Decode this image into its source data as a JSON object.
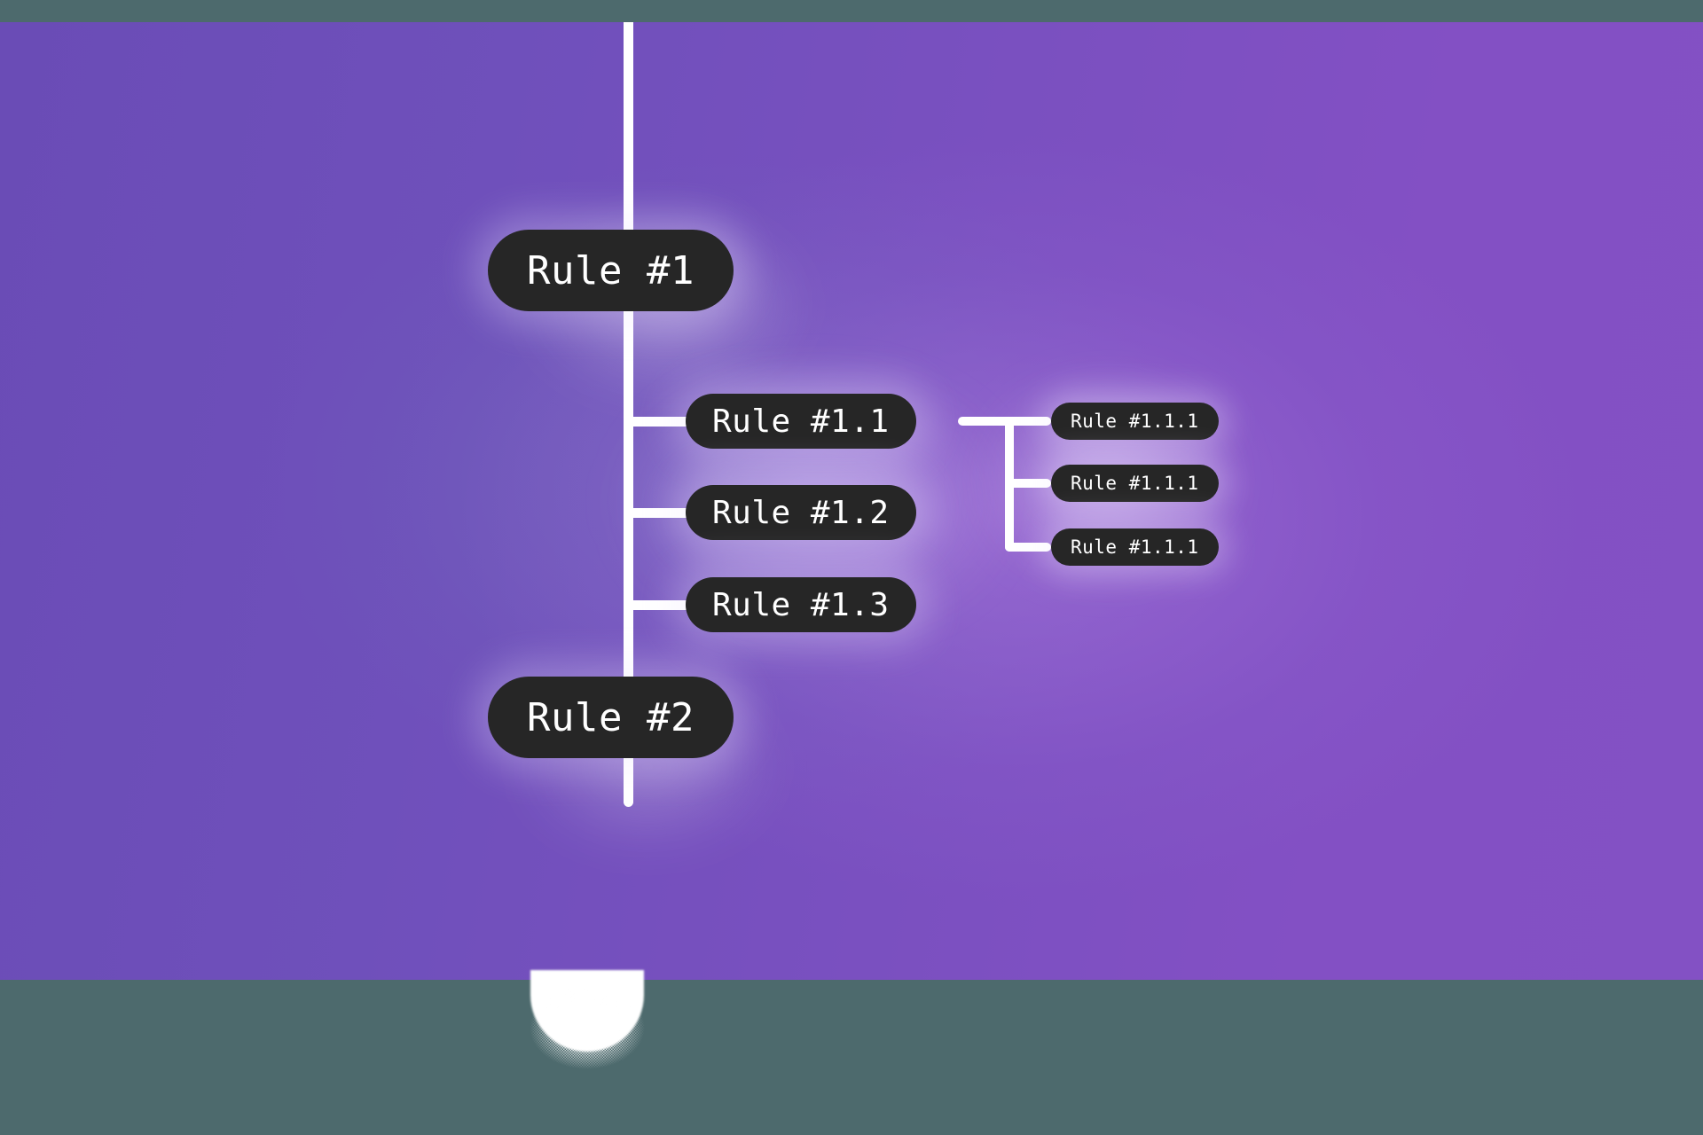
{
  "canvas": {
    "background_color": "#4d6a6d",
    "panel_color_left": "#6a4cb6",
    "panel_color_right": "#8351c4",
    "node_color": "#262626",
    "connector_color": "#ffffff",
    "text_color": "#ffffff"
  },
  "diagram": {
    "type": "tree",
    "title": "",
    "root_spine_label": "",
    "nodes": [
      {
        "id": "rule-1",
        "label": "Rule #1",
        "level": 1
      },
      {
        "id": "rule-1-1",
        "label": "Rule #1.1",
        "level": 2
      },
      {
        "id": "rule-1-1-1-a",
        "label": "Rule #1.1.1",
        "level": 3
      },
      {
        "id": "rule-1-1-1-b",
        "label": "Rule #1.1.1",
        "level": 3
      },
      {
        "id": "rule-1-1-1-c",
        "label": "Rule #1.1.1",
        "level": 3
      },
      {
        "id": "rule-1-2",
        "label": "Rule #1.2",
        "level": 2
      },
      {
        "id": "rule-1-3",
        "label": "Rule #1.3",
        "level": 2
      },
      {
        "id": "rule-2",
        "label": "Rule #2",
        "level": 1
      }
    ]
  }
}
